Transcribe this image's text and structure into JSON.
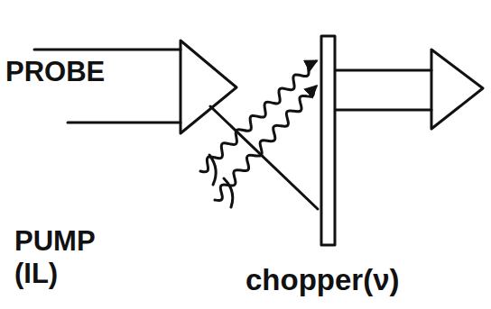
{
  "diagram": {
    "labels": [
      "PROBE",
      "PUMP (IL)",
      "chopper(ν)"
    ]
  }
}
